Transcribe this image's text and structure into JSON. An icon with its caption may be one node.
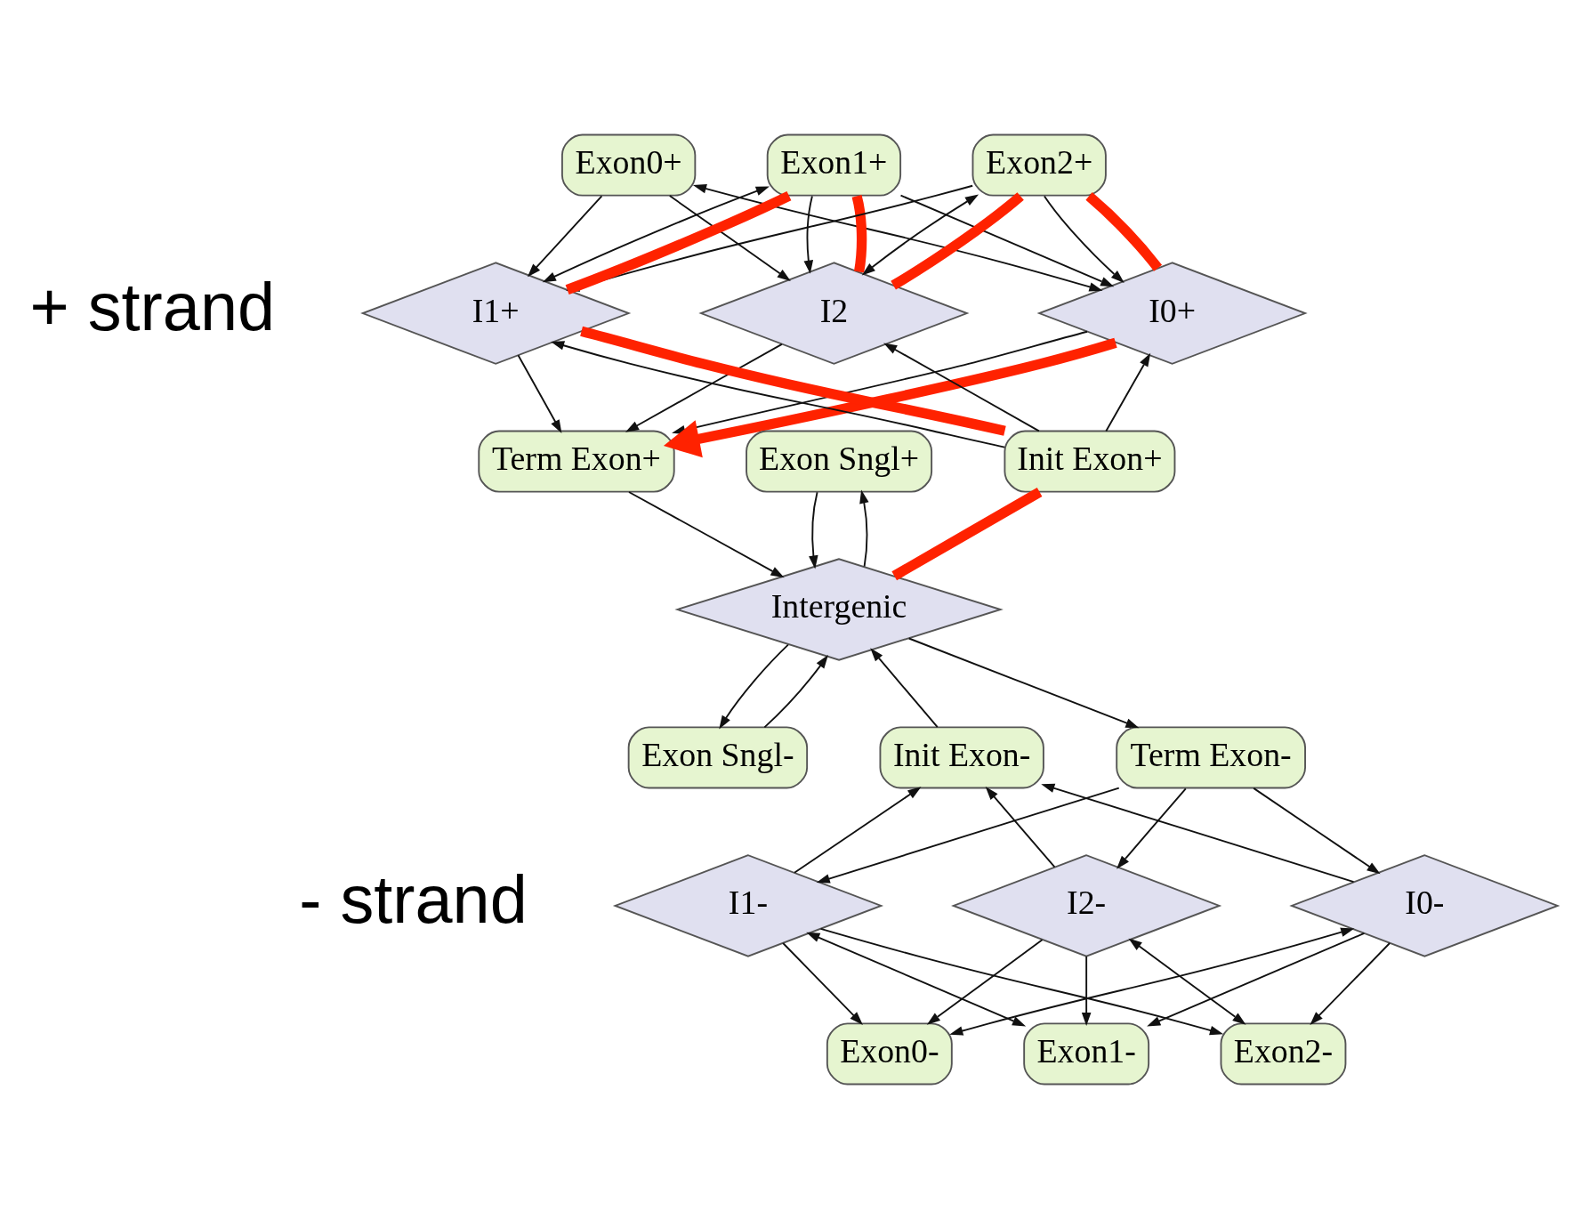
{
  "diagram": {
    "nodes": [
      {
        "text": [
          "Exon0+"
        ]
      },
      {
        "text": [
          "Exon1+"
        ]
      },
      {
        "text": [
          "Exon2+"
        ]
      },
      {
        "text": [
          "I0+"
        ]
      },
      {
        "text": [
          "I1+"
        ]
      },
      {
        "text": [
          "I2"
        ]
      },
      {
        "text": [
          "Init Exon+"
        ]
      },
      {
        "text": [
          "Term Exon+"
        ]
      },
      {
        "text": [
          "Exon Sngl+"
        ]
      },
      {
        "text": [
          "Intergenic"
        ]
      },
      {
        "text": [
          "Exon Sngl-"
        ]
      },
      {
        "text": [
          "Term Exon-"
        ]
      },
      {
        "text": [
          "Init Exon-"
        ]
      },
      {
        "text": [
          "I0-"
        ]
      },
      {
        "text": [
          "I1-"
        ]
      },
      {
        "text": [
          "I2-"
        ]
      },
      {
        "text": [
          "Exon0-"
        ]
      },
      {
        "text": [
          "Exon1-"
        ]
      },
      {
        "text": [
          "Exon2-"
        ]
      }
    ],
    "edges": [
      {
        "from": 0,
        "to": 3,
        "arrow": "both"
      },
      {
        "from": 0,
        "to": 4,
        "arrow": "to"
      },
      {
        "from": 0,
        "to": 5,
        "arrow": "to"
      },
      {
        "from": 1,
        "to": 3,
        "arrow": "to"
      },
      {
        "from": 1,
        "to": 4,
        "arrow": "both"
      },
      {
        "from": 1,
        "to": 5,
        "arrow": "to"
      },
      {
        "from": 2,
        "to": 3,
        "arrow": "to"
      },
      {
        "from": 2,
        "to": 4,
        "arrow": "to"
      },
      {
        "from": 2,
        "to": 5,
        "arrow": "both"
      },
      {
        "from": 6,
        "to": 3,
        "arrow": "to"
      },
      {
        "from": 6,
        "to": 4,
        "arrow": "to"
      },
      {
        "from": 6,
        "to": 5,
        "arrow": "to"
      },
      {
        "from": 3,
        "to": 7,
        "arrow": "to"
      },
      {
        "from": 4,
        "to": 7,
        "arrow": "to"
      },
      {
        "from": 5,
        "to": 7,
        "arrow": "to"
      },
      {
        "from": 9,
        "to": 8,
        "arrow": "to"
      },
      {
        "from": 8,
        "to": 9,
        "arrow": "to"
      },
      {
        "from": 7,
        "to": 9,
        "arrow": "to"
      },
      {
        "from": 9,
        "to": 11,
        "arrow": "to"
      },
      {
        "from": 9,
        "to": 10,
        "arrow": "to"
      },
      {
        "from": 10,
        "to": 9,
        "arrow": "to"
      },
      {
        "from": 12,
        "to": 9,
        "arrow": "to"
      },
      {
        "from": 11,
        "to": 13,
        "arrow": "to"
      },
      {
        "from": 11,
        "to": 14,
        "arrow": "to"
      },
      {
        "from": 11,
        "to": 15,
        "arrow": "to"
      },
      {
        "from": 13,
        "to": 12,
        "arrow": "to"
      },
      {
        "from": 14,
        "to": 12,
        "arrow": "to"
      },
      {
        "from": 15,
        "to": 12,
        "arrow": "to"
      },
      {
        "from": 13,
        "to": 16,
        "arrow": "both"
      },
      {
        "from": 13,
        "to": 17,
        "arrow": "to"
      },
      {
        "from": 13,
        "to": 18,
        "arrow": "to"
      },
      {
        "from": 14,
        "to": 16,
        "arrow": "to"
      },
      {
        "from": 14,
        "to": 17,
        "arrow": "both"
      },
      {
        "from": 14,
        "to": 18,
        "arrow": "to"
      },
      {
        "from": 15,
        "to": 16,
        "arrow": "to"
      },
      {
        "from": 15,
        "to": 17,
        "arrow": "to"
      },
      {
        "from": 15,
        "to": 18,
        "arrow": "both"
      },
      {
        "from": 9,
        "to": 6,
        "arrow": "none",
        "style": "thick",
        "color": "#ff2200"
      },
      {
        "from": 6,
        "to": 4,
        "arrow": "none",
        "style": "thick",
        "color": "#ff2200"
      },
      {
        "from": 4,
        "to": 1,
        "arrow": "none",
        "style": "thick",
        "color": "#ff2200"
      },
      {
        "from": 1,
        "to": 5,
        "arrow": "none",
        "style": "thick",
        "color": "#ff2200"
      },
      {
        "from": 5,
        "to": 2,
        "arrow": "none",
        "style": "thick",
        "color": "#ff2200"
      },
      {
        "from": 2,
        "to": 3,
        "arrow": "none",
        "style": "thick",
        "color": "#ff2200"
      },
      {
        "from": 3,
        "to": 7,
        "arrow": "to",
        "style": "thick",
        "color": "#ff2200"
      }
    ],
    "labels": [
      "+ strand",
      "- strand"
    ]
  }
}
